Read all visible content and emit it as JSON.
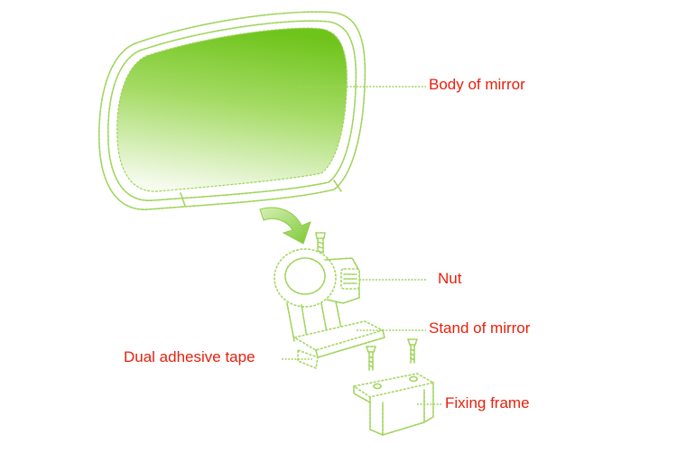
{
  "labels": {
    "body": "Body of mirror",
    "nut": "Nut",
    "stand": "Stand of mirror",
    "tape": "Dual adhesive tape",
    "frame": "Fixing frame"
  },
  "colors": {
    "label_text": "#e8200c",
    "line_art": "#9fd45a",
    "mirror_fill_dark": "#7ccc2a",
    "mirror_fill_light": "#f4fbe9",
    "arrow_fill": "#86cf3a"
  }
}
